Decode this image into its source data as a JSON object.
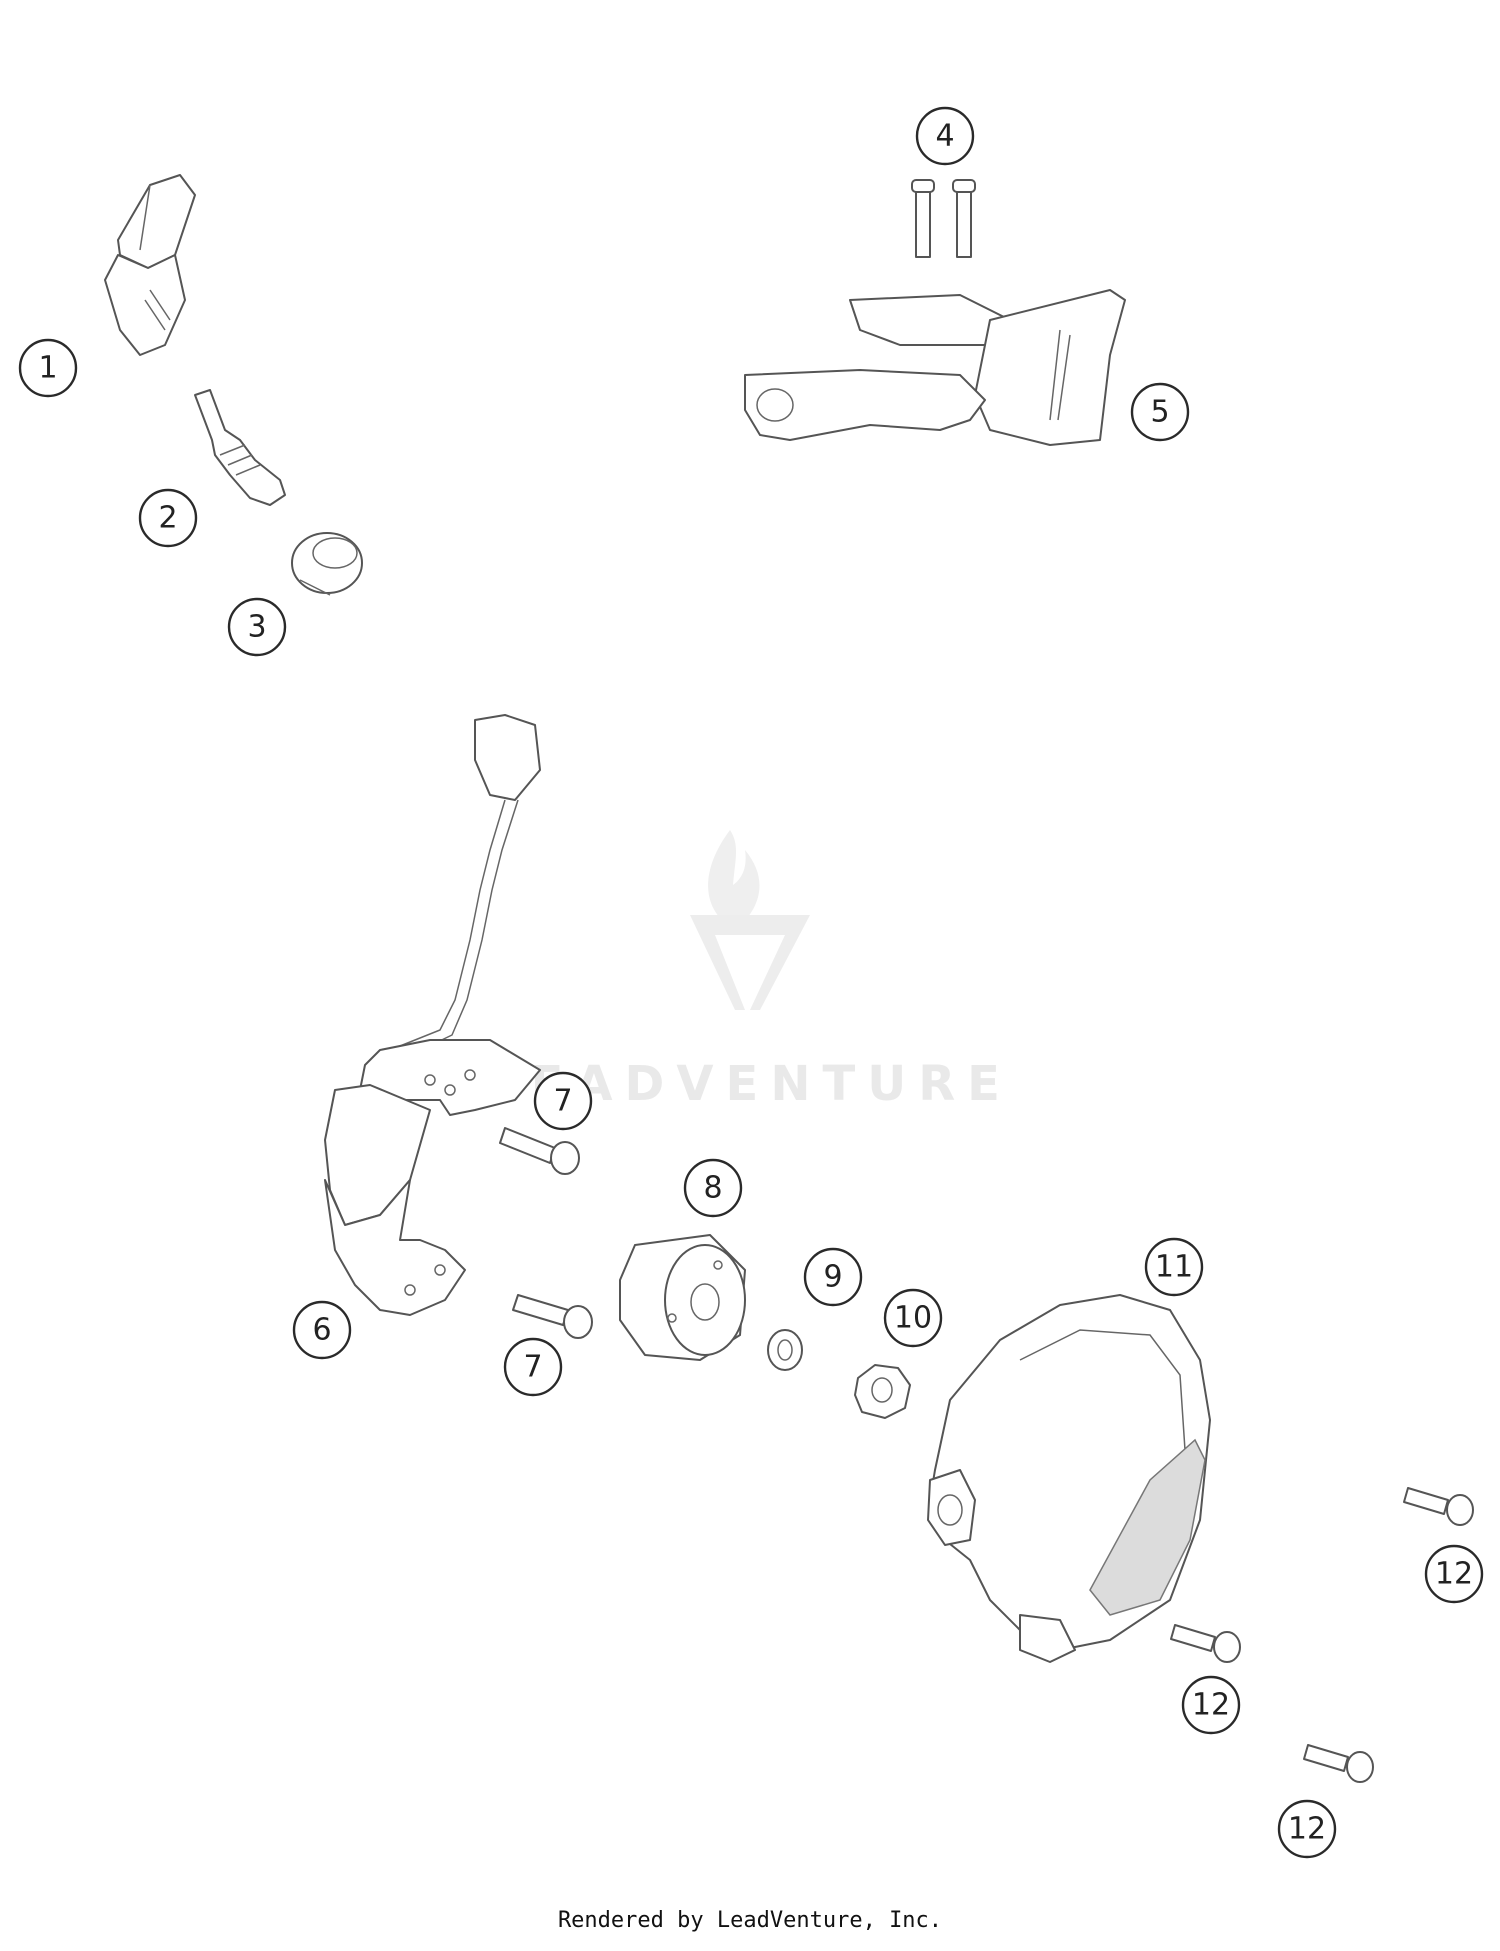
{
  "diagram": {
    "watermark": "LEADVENTURE",
    "parts": [
      {
        "id": "spark-plug-connector",
        "label": "1"
      },
      {
        "id": "spark-plug",
        "label": "2"
      },
      {
        "id": "sealing-ring",
        "label": "3"
      },
      {
        "id": "ignition-coil-screws",
        "label": "4"
      },
      {
        "id": "ignition-coil",
        "label": "5"
      },
      {
        "id": "stator",
        "label": "6"
      },
      {
        "id": "stator-screw-upper",
        "label": "7"
      },
      {
        "id": "stator-screw-lower",
        "label": "7"
      },
      {
        "id": "rotor",
        "label": "8"
      },
      {
        "id": "washer",
        "label": "9"
      },
      {
        "id": "nut",
        "label": "10"
      },
      {
        "id": "ignition-cover",
        "label": "11"
      },
      {
        "id": "cover-screw-right",
        "label": "12"
      },
      {
        "id": "cover-screw-mid",
        "label": "12"
      },
      {
        "id": "cover-screw-bottom",
        "label": "12"
      }
    ]
  },
  "footer": {
    "text": "Rendered by LeadVenture, Inc."
  }
}
